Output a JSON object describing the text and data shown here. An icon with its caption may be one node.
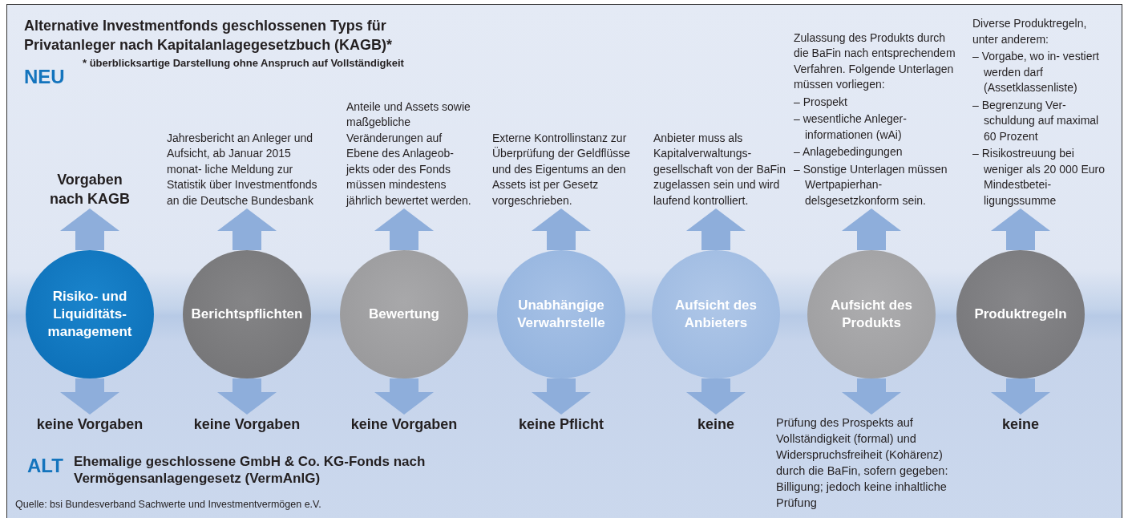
{
  "diagram": {
    "title": "Alternative Investmentfonds geschlossenen Typs für Privatanleger nach Kapitalanlagegesetzbuch (KAGB)*",
    "nodes": [
      {
        "text": [
          "Vorgaben nach KAGB"
        ]
      },
      {
        "text": [
          "Jahresbericht an Anleger und Aufsicht, ab Januar 2015 monat- liche Meldung zur Statistik über Investmentfonds an die Deutsche Bundesbank"
        ]
      },
      {
        "text": [
          "Anteile und Assets sowie maßgebliche Veränderungen auf Ebene des Anlageob- jekts oder des Fonds müssen mindestens jährlich bewertet werden."
        ]
      },
      {
        "text": [
          "Externe Kontrollinstanz zur Überprüfung der Geldflüsse und des Eigentums an den Assets ist per Gesetz vorgeschrieben."
        ]
      },
      {
        "text": [
          "Anbieter muss als Kapitalverwaltungs- gesellschaft von der BaFin zugelassen sein und wird laufend kontrolliert."
        ]
      },
      {
        "text": [
          "Zulassung des Produkts durch die BaFin nach entsprechendem Verfahren. Folgende Unterlagen müssen vorliegen:",
          "– Prospekt",
          "– wesentliche Anleger- informationen (wAi)",
          "– Anlagebedingungen",
          "– Sonstige Unterlagen müssen Wertpapierhan- delsgesetzkonform sein."
        ]
      },
      {
        "text": [
          "Diverse Produktregeln, unter anderem:",
          "– Vorgabe, wo in- vestiert werden darf (Assetklassenliste)",
          "– Begrenzung Ver- schuldung auf maximal 60 Prozent",
          "– Risikostreuung bei weniger als 20 000 Euro Mindestbetei- ligungssumme"
        ]
      },
      {
        "text": [
          "Risiko- und Liquiditäts- management"
        ]
      },
      {
        "text": [
          "Berichtspflichten"
        ]
      },
      {
        "text": [
          "Bewertung"
        ]
      },
      {
        "text": [
          "Unabhängige Verwahrstelle"
        ]
      },
      {
        "text": [
          "Aufsicht des Anbieters"
        ]
      },
      {
        "text": [
          "Aufsicht des Produkts"
        ]
      },
      {
        "text": [
          "Produktregeln"
        ]
      },
      {
        "text": [
          "keine Vorgaben"
        ]
      },
      {
        "text": [
          "keine Vorgaben"
        ]
      },
      {
        "text": [
          "keine Vorgaben"
        ]
      },
      {
        "text": [
          "keine Pflicht"
        ]
      },
      {
        "text": [
          "keine"
        ]
      },
      {
        "text": [
          "Prüfung des Prospekts auf Vollständigkeit (formal) und Widerspruchsfreiheit (Kohärenz) durch die BaFin, sofern gegeben: Billigung; jedoch keine inhaltliche Prüfung"
        ]
      },
      {
        "text": [
          "keine"
        ]
      }
    ],
    "edges": [
      {
        "from": 7,
        "to": 0,
        "arrow": "to"
      },
      {
        "from": 7,
        "to": 14,
        "arrow": "to"
      },
      {
        "from": 8,
        "to": 1,
        "arrow": "to"
      },
      {
        "from": 8,
        "to": 15,
        "arrow": "to"
      },
      {
        "from": 9,
        "to": 2,
        "arrow": "to"
      },
      {
        "from": 9,
        "to": 16,
        "arrow": "to"
      },
      {
        "from": 10,
        "to": 3,
        "arrow": "to"
      },
      {
        "from": 10,
        "to": 17,
        "arrow": "to"
      },
      {
        "from": 11,
        "to": 4,
        "arrow": "to"
      },
      {
        "from": 11,
        "to": 18,
        "arrow": "to"
      },
      {
        "from": 12,
        "to": 5,
        "arrow": "to"
      },
      {
        "from": 12,
        "to": 19,
        "arrow": "to"
      },
      {
        "from": 13,
        "to": 6,
        "arrow": "to"
      },
      {
        "from": 13,
        "to": 20,
        "arrow": "to"
      }
    ],
    "labels": [
      "* überblicksartige Darstellung ohne Anspruch auf Vollständigkeit",
      "NEU",
      "ALT",
      "Ehemalige geschlossene GmbH & Co. KG-Fonds nach Vermögensanlagengesetz (VermAnlG)",
      "Quelle: bsi Bundesverband Sachwerte und Investmentvermögen e.V."
    ]
  }
}
